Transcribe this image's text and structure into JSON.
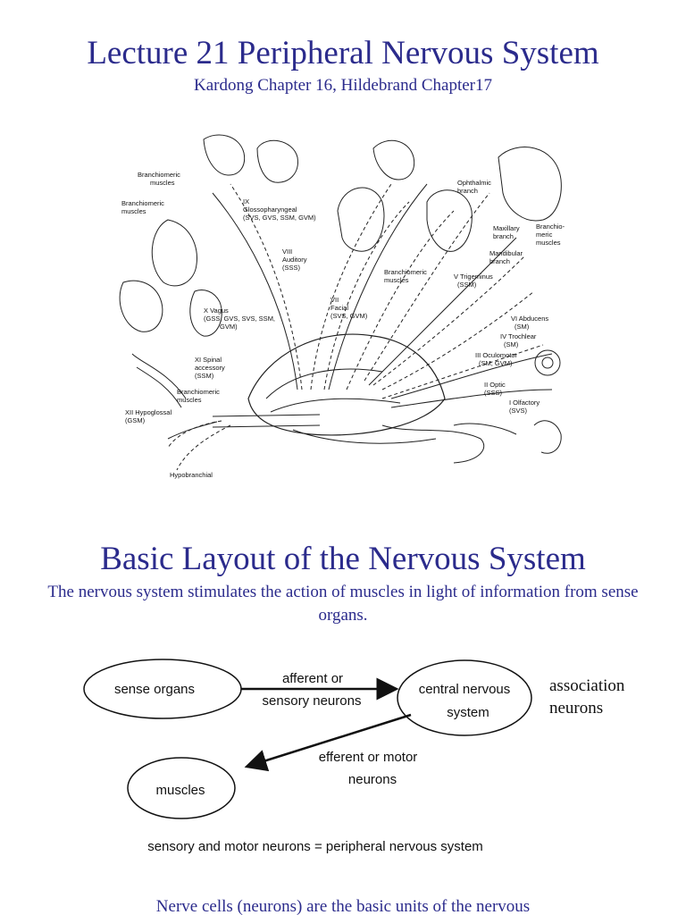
{
  "header": {
    "title": "Lecture 21 Peripheral Nervous System",
    "subtitle": "Kardong Chapter 16, Hildebrand Chapter17"
  },
  "figure": {
    "labels": {
      "branchiomeric_1": "Branchiomeric",
      "muscles_1": "muscles",
      "branchiomeric_2": "Branchiomeric",
      "muscles_2": "muscles",
      "ix_1": "IX",
      "ix_2": "Glossopharyngeal",
      "ix_3": "(SVS, GVS, SSM, GVM)",
      "viii_1": "VIII",
      "viii_2": "Auditory",
      "viii_3": "(SSS)",
      "x_1": "X  Vagus",
      "x_2": "(GSS, GVS, SVS, SSM,",
      "x_3": "GVM)",
      "xi_1": "XI Spinal",
      "xi_2": "accessory",
      "xi_3": "(SSM)",
      "branch_3a": "Branchiomeric",
      "branch_3b": "muscles",
      "xii_1": "XII Hypoglossal",
      "xii_2": "(GSM)",
      "hypobranchial": "Hypobranchial",
      "branch_4a": "Branchiomeric",
      "branch_4b": "muscles",
      "vii_1": "VII",
      "vii_2": "Facial",
      "vii_3": "(SVS, GVM)",
      "ophth_1": "Ophthalmic",
      "ophth_2": "branch",
      "max_1": "Maxillary",
      "max_2": "branch",
      "mand_1": "Mandibular",
      "mand_2": "branch",
      "branchio_1": "Branchio-",
      "branchio_2": "meric",
      "branchio_3": "muscles",
      "v_1": "V Trigeminus",
      "v_2": "(SSM)",
      "vi_1": "VI Abducens",
      "vi_2": "(SM)",
      "iv_1": "IV Trochlear",
      "iv_2": "(SM)",
      "iii_1": "III Oculomotor",
      "iii_2": "(SM, GVM)",
      "ii_1": "II Optic",
      "ii_2": "(SSS)",
      "i_1": "I Olfactory",
      "i_2": "(SVS)"
    }
  },
  "section": {
    "title": "Basic  Layout of the Nervous System",
    "intro": "The nervous system stimulates the action of muscles in light of information from sense organs."
  },
  "diagram": {
    "sense_organs": "sense organs",
    "cns_line1": "central nervous",
    "cns_line2": "system",
    "muscles": "muscles",
    "afferent_line1": "afferent or",
    "afferent_line2": "sensory neurons",
    "efferent_line1": "efferent or motor",
    "efferent_line2": "neurons",
    "association_line1": "association",
    "association_line2": "neurons",
    "footnote": "sensory and motor neurons = peripheral nervous system"
  },
  "footer": {
    "text": "Nerve cells (neurons) are the basic units of the nervous"
  },
  "colors": {
    "heading": "#2b2b8c",
    "text": "#111111"
  }
}
